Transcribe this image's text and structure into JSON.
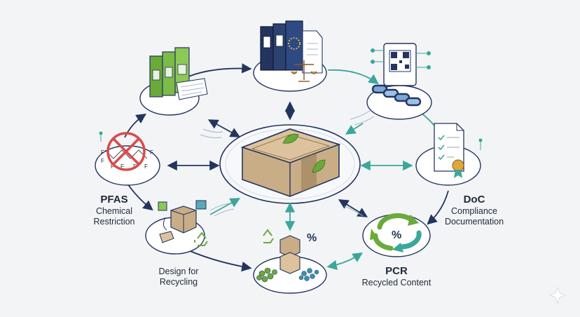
{
  "labels": {
    "pfas": {
      "title": "PFAS",
      "line1": "Chemical",
      "line2": "Restriction"
    },
    "doc": {
      "title": "DoC",
      "line1": "Compliance",
      "line2": "Documentation"
    },
    "pcr": {
      "title": "PCR",
      "line1": "Recycled Content"
    },
    "design": {
      "line1": "Design for",
      "line2": "Recycling"
    }
  },
  "icons": {
    "pfas_letter": "F",
    "percent": "%"
  },
  "colors": {
    "navy": "#23355f",
    "teal": "#3aa79a",
    "green": "#6aaa3a",
    "kraft": "#c9ad86",
    "red": "#d94b4b"
  }
}
